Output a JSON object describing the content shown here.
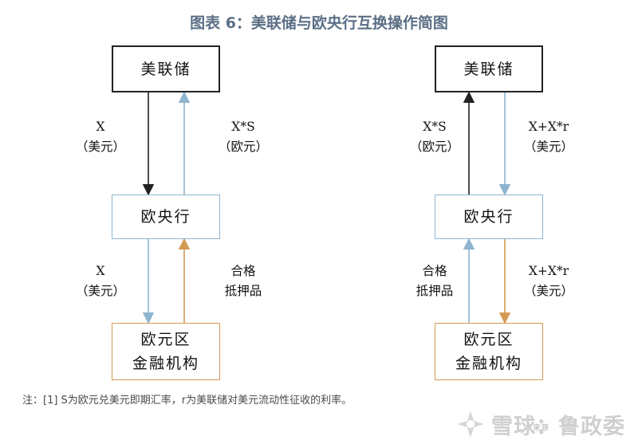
{
  "title": "图表 6：美联储与欧央行互换操作简图",
  "left": {
    "fed_box": "美联储",
    "ecb_box": "欧央行",
    "bank_box_line1": "欧元区",
    "bank_box_line2": "金融机构",
    "label_fed_to_ecb_1": "X",
    "label_fed_to_ecb_2": "（美元）",
    "label_ecb_to_fed_1": "X*S",
    "label_ecb_to_fed_2": "（欧元）",
    "label_ecb_to_bank_1": "X",
    "label_ecb_to_bank_2": "（美元）",
    "label_bank_to_ecb_1": "合格",
    "label_bank_to_ecb_2": "抵押品"
  },
  "right": {
    "fed_box": "美联储",
    "ecb_box": "欧央行",
    "bank_box_line1": "欧元区",
    "bank_box_line2": "金融机构",
    "label_ecb_to_fed_1": "X*S",
    "label_ecb_to_fed_2": "（欧元）",
    "label_fed_to_ecb_1": "X+X*r",
    "label_fed_to_ecb_2": "（美元）",
    "label_bank_to_ecb_1": "合格",
    "label_bank_to_ecb_2": "抵押品",
    "label_ecb_to_bank_1": "X+X*r",
    "label_ecb_to_bank_2": "（美元）"
  },
  "note": "注：[1] S为欧元兑美元即期汇率，r为美联储对美元流动性征收的利率。",
  "watermark": {
    "brand": "雪球：鲁政委",
    "small": "来源"
  },
  "colors": {
    "title": "#5b6f86",
    "black_arrow": "#222222",
    "blue_arrow": "#8fb4cf",
    "orange_arrow": "#d49a54"
  }
}
